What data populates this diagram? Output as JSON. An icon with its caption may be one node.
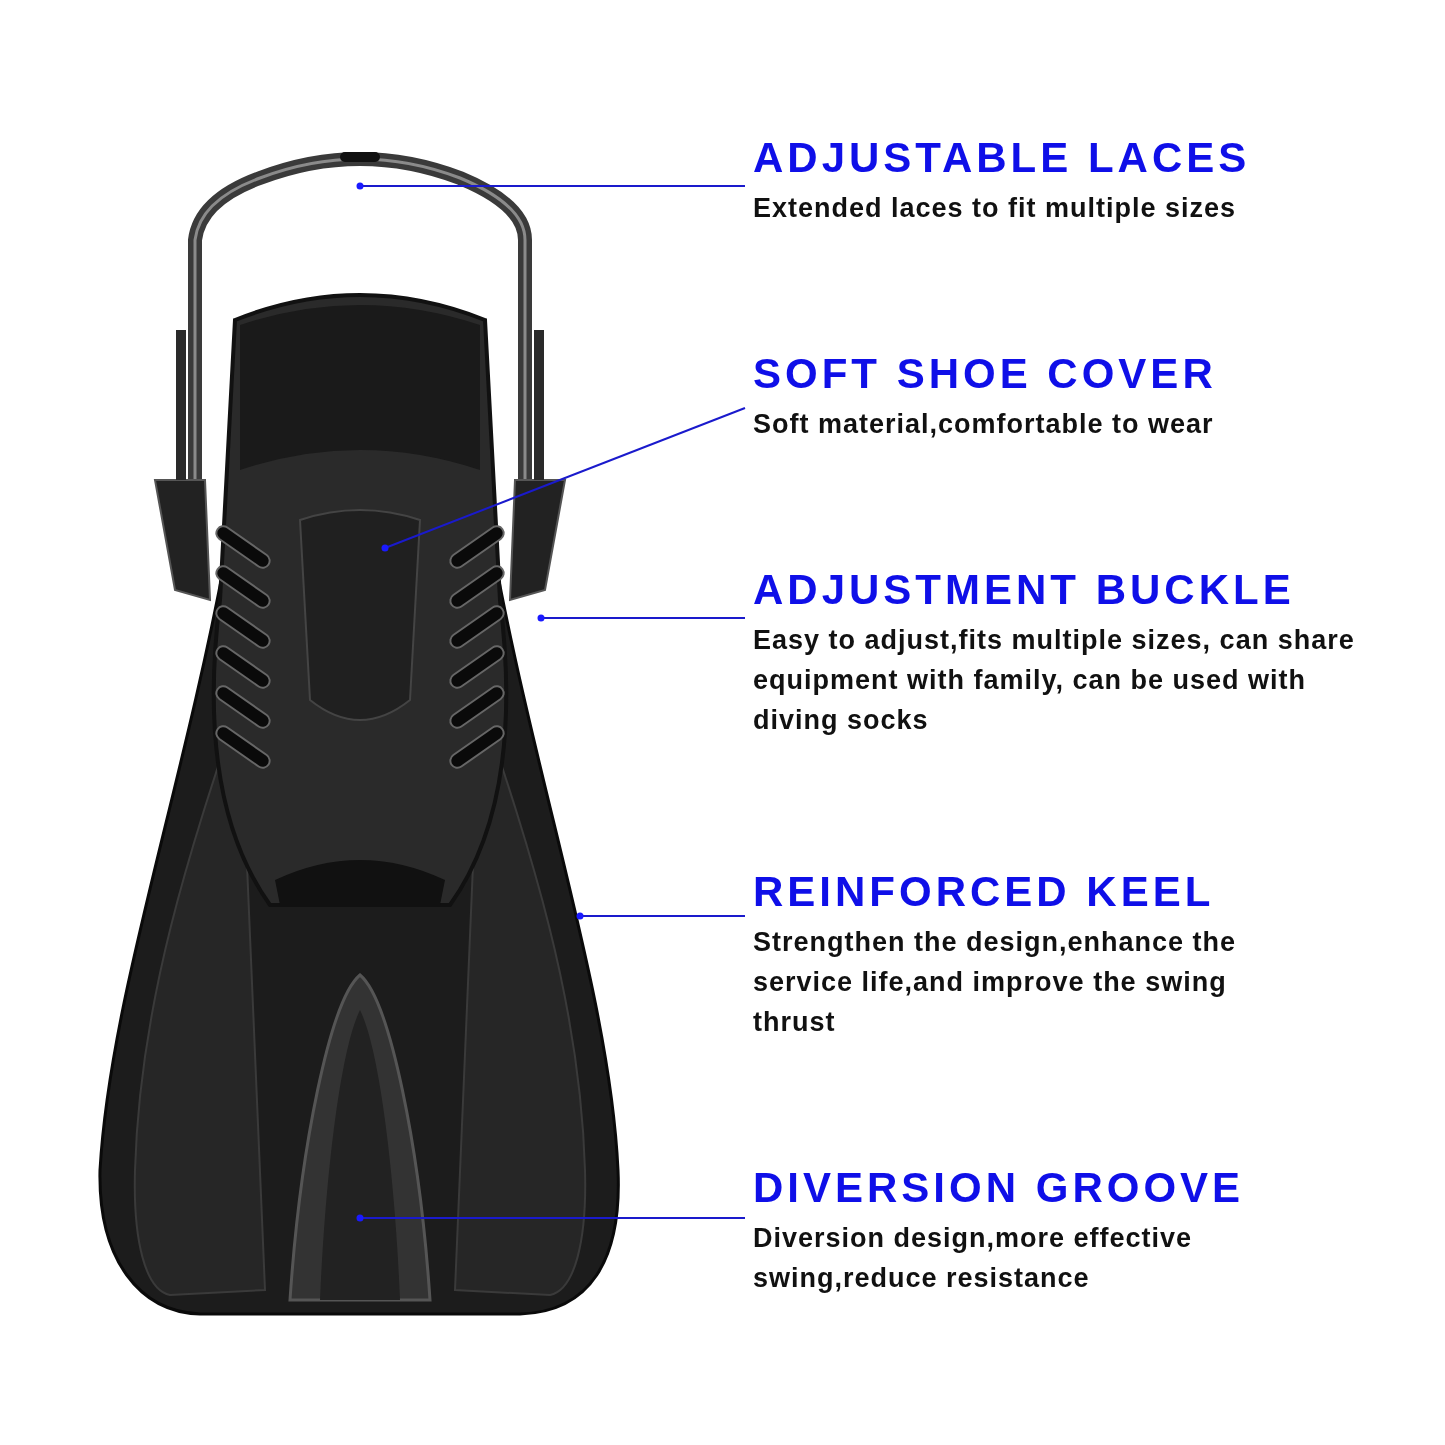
{
  "diagram": {
    "nodes": [
      {
        "text": [
          "ADJUSTABLE LACES",
          "Extended laces to fit multiple sizes"
        ]
      },
      {
        "text": [
          "SOFT SHOE COVER",
          "Soft material,comfortable to wear"
        ]
      },
      {
        "text": [
          "ADJUSTMENT BUCKLE",
          "Easy to adjust,fits multiple sizes, can share equipment with family, can be used with diving socks"
        ]
      },
      {
        "text": [
          "REINFORCED KEEL",
          "Strengthen the design,enhance the service life,and improve the swing thrust"
        ]
      },
      {
        "text": [
          "DIVERSION GROOVE",
          "Diversion design,more effective swing,reduce resistance"
        ]
      }
    ],
    "edges": [
      {
        "from": 0,
        "to": null,
        "arrow": "other"
      },
      {
        "from": 1,
        "to": null,
        "arrow": "other"
      },
      {
        "from": 2,
        "to": null,
        "arrow": "other"
      },
      {
        "from": 3,
        "to": null,
        "arrow": "other"
      },
      {
        "from": 4,
        "to": null,
        "arrow": "other"
      }
    ]
  }
}
